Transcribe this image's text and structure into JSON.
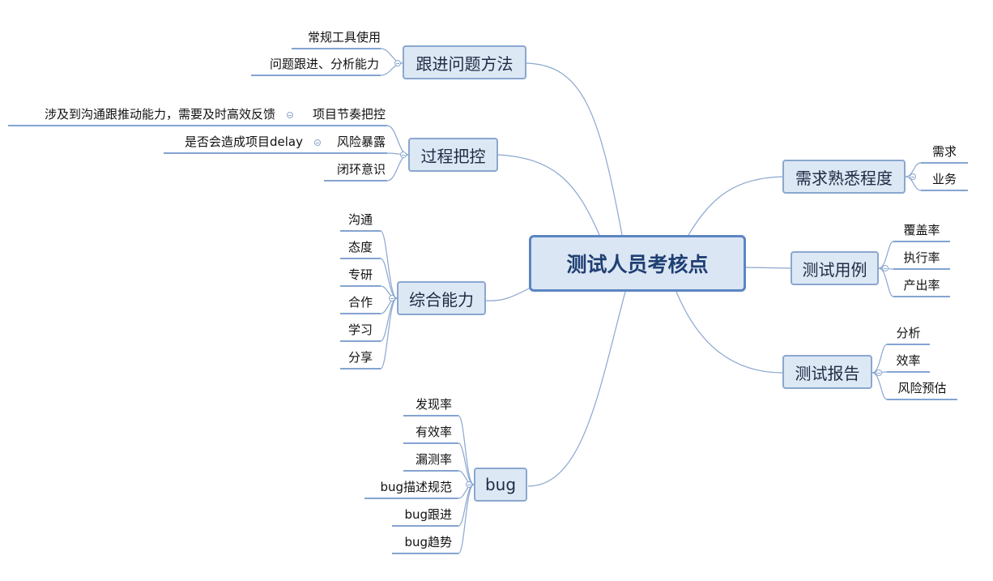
{
  "center": "测试人员考核点",
  "branches": {
    "followup": {
      "label": "跟进问题方法",
      "children": [
        "常规工具使用",
        "问题跟进、分析能力"
      ]
    },
    "process": {
      "label": "过程把控",
      "children": [
        {
          "label": "项目节奏把控",
          "note": "涉及到沟通跟推动能力，需要及时高效反馈"
        },
        {
          "label": "风险暴露",
          "note": "是否会造成项目delay"
        },
        {
          "label": "闭环意识"
        }
      ]
    },
    "ability": {
      "label": "综合能力",
      "children": [
        "沟通",
        "态度",
        "专研",
        "合作",
        "学习",
        "分享"
      ]
    },
    "bug": {
      "label": "bug",
      "children": [
        "发现率",
        "有效率",
        "漏测率",
        "bug描述规范",
        "bug跟进",
        "bug趋势"
      ]
    },
    "requirements": {
      "label": "需求熟悉程度",
      "children": [
        "需求",
        "业务"
      ]
    },
    "testcase": {
      "label": "测试用例",
      "children": [
        "覆盖率",
        "执行率",
        "产出率"
      ]
    },
    "report": {
      "label": "测试报告",
      "children": [
        "分析",
        "效率",
        "风险预估"
      ]
    }
  },
  "colors": {
    "line": "#8aa7cf",
    "leaf_underline": "#5b85c2",
    "node_fill": "#dde8f5"
  }
}
